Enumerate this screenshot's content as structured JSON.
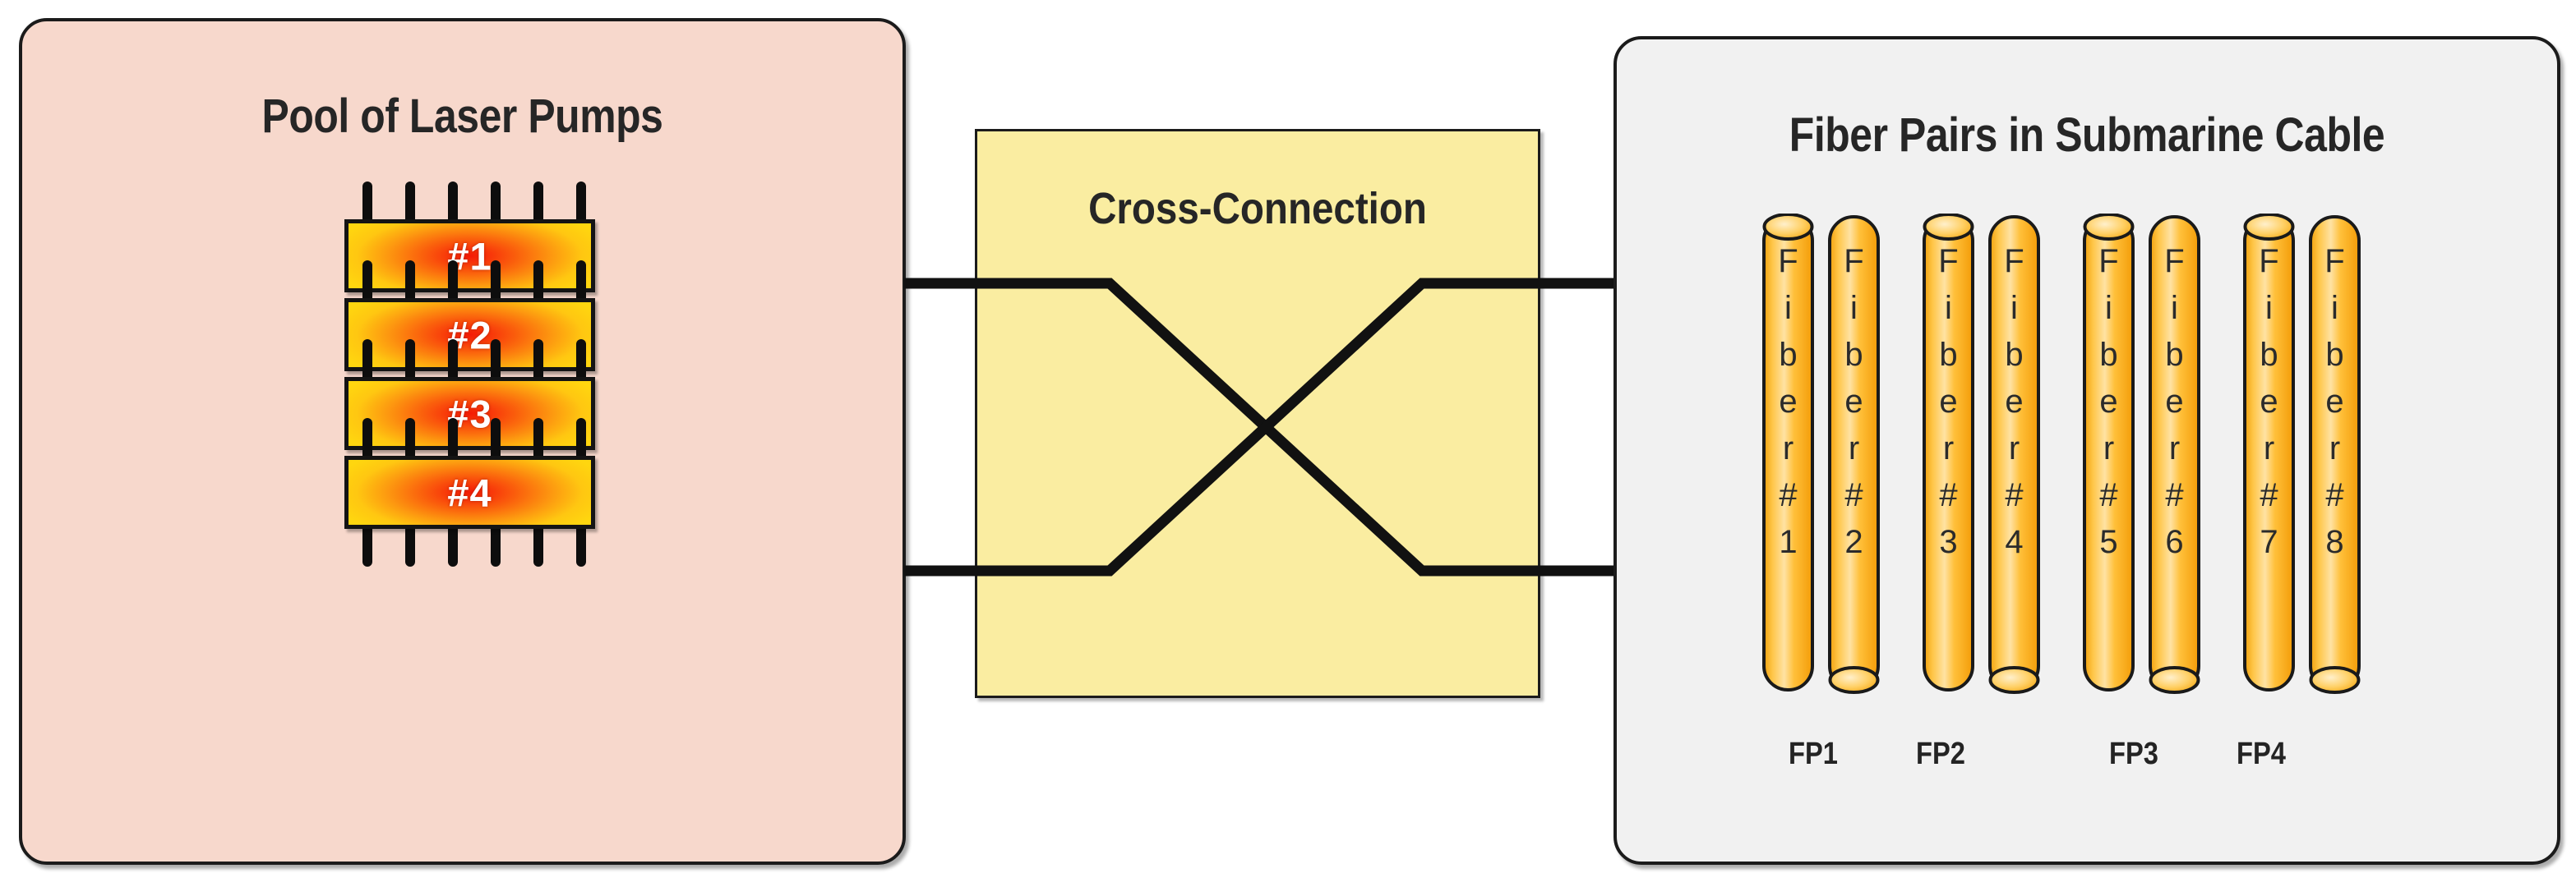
{
  "pump_panel": {
    "title": "Pool of Laser Pumps",
    "bg_color": "#f7d8cc",
    "pumps": [
      {
        "label": "#1"
      },
      {
        "label": "#2"
      },
      {
        "label": "#3"
      },
      {
        "label": "#4"
      }
    ],
    "pin_count_per_side": 6
  },
  "cross_connection": {
    "title": "Cross-Connection",
    "bg_color": "#faeda1",
    "line_color": "#111111",
    "connections": [
      {
        "from": "top-left",
        "to": "bottom-right"
      },
      {
        "from": "bottom-left",
        "to": "top-right"
      }
    ],
    "input_ports": 2,
    "output_ports": 2
  },
  "fiber_panel": {
    "title": "Fiber Pairs in Submarine Cable",
    "bg_color": "#f1f1f1",
    "fiber_color": "#ffb31f",
    "fibers": [
      {
        "label": "Fiber #1",
        "chars": [
          "F",
          "i",
          "b",
          "e",
          "r",
          "#",
          "1"
        ],
        "cap": "top"
      },
      {
        "label": "Fiber #2",
        "chars": [
          "F",
          "i",
          "b",
          "e",
          "r",
          "#",
          "2"
        ],
        "cap": "bottom"
      },
      {
        "label": "Fiber #3",
        "chars": [
          "F",
          "i",
          "b",
          "e",
          "r",
          "#",
          "3"
        ],
        "cap": "top"
      },
      {
        "label": "Fiber #4",
        "chars": [
          "F",
          "i",
          "b",
          "e",
          "r",
          "#",
          "4"
        ],
        "cap": "bottom"
      },
      {
        "label": "Fiber #5",
        "chars": [
          "F",
          "i",
          "b",
          "e",
          "r",
          "#",
          "5"
        ],
        "cap": "top"
      },
      {
        "label": "Fiber #6",
        "chars": [
          "F",
          "i",
          "b",
          "e",
          "r",
          "#",
          "6"
        ],
        "cap": "bottom"
      },
      {
        "label": "Fiber #7",
        "chars": [
          "F",
          "i",
          "b",
          "e",
          "r",
          "#",
          "7"
        ],
        "cap": "top"
      },
      {
        "label": "Fiber #8",
        "chars": [
          "F",
          "i",
          "b",
          "e",
          "r",
          "#",
          "8"
        ],
        "cap": "bottom"
      }
    ],
    "pair_labels": [
      "FP1",
      "FP2",
      "FP3",
      "FP4"
    ]
  }
}
